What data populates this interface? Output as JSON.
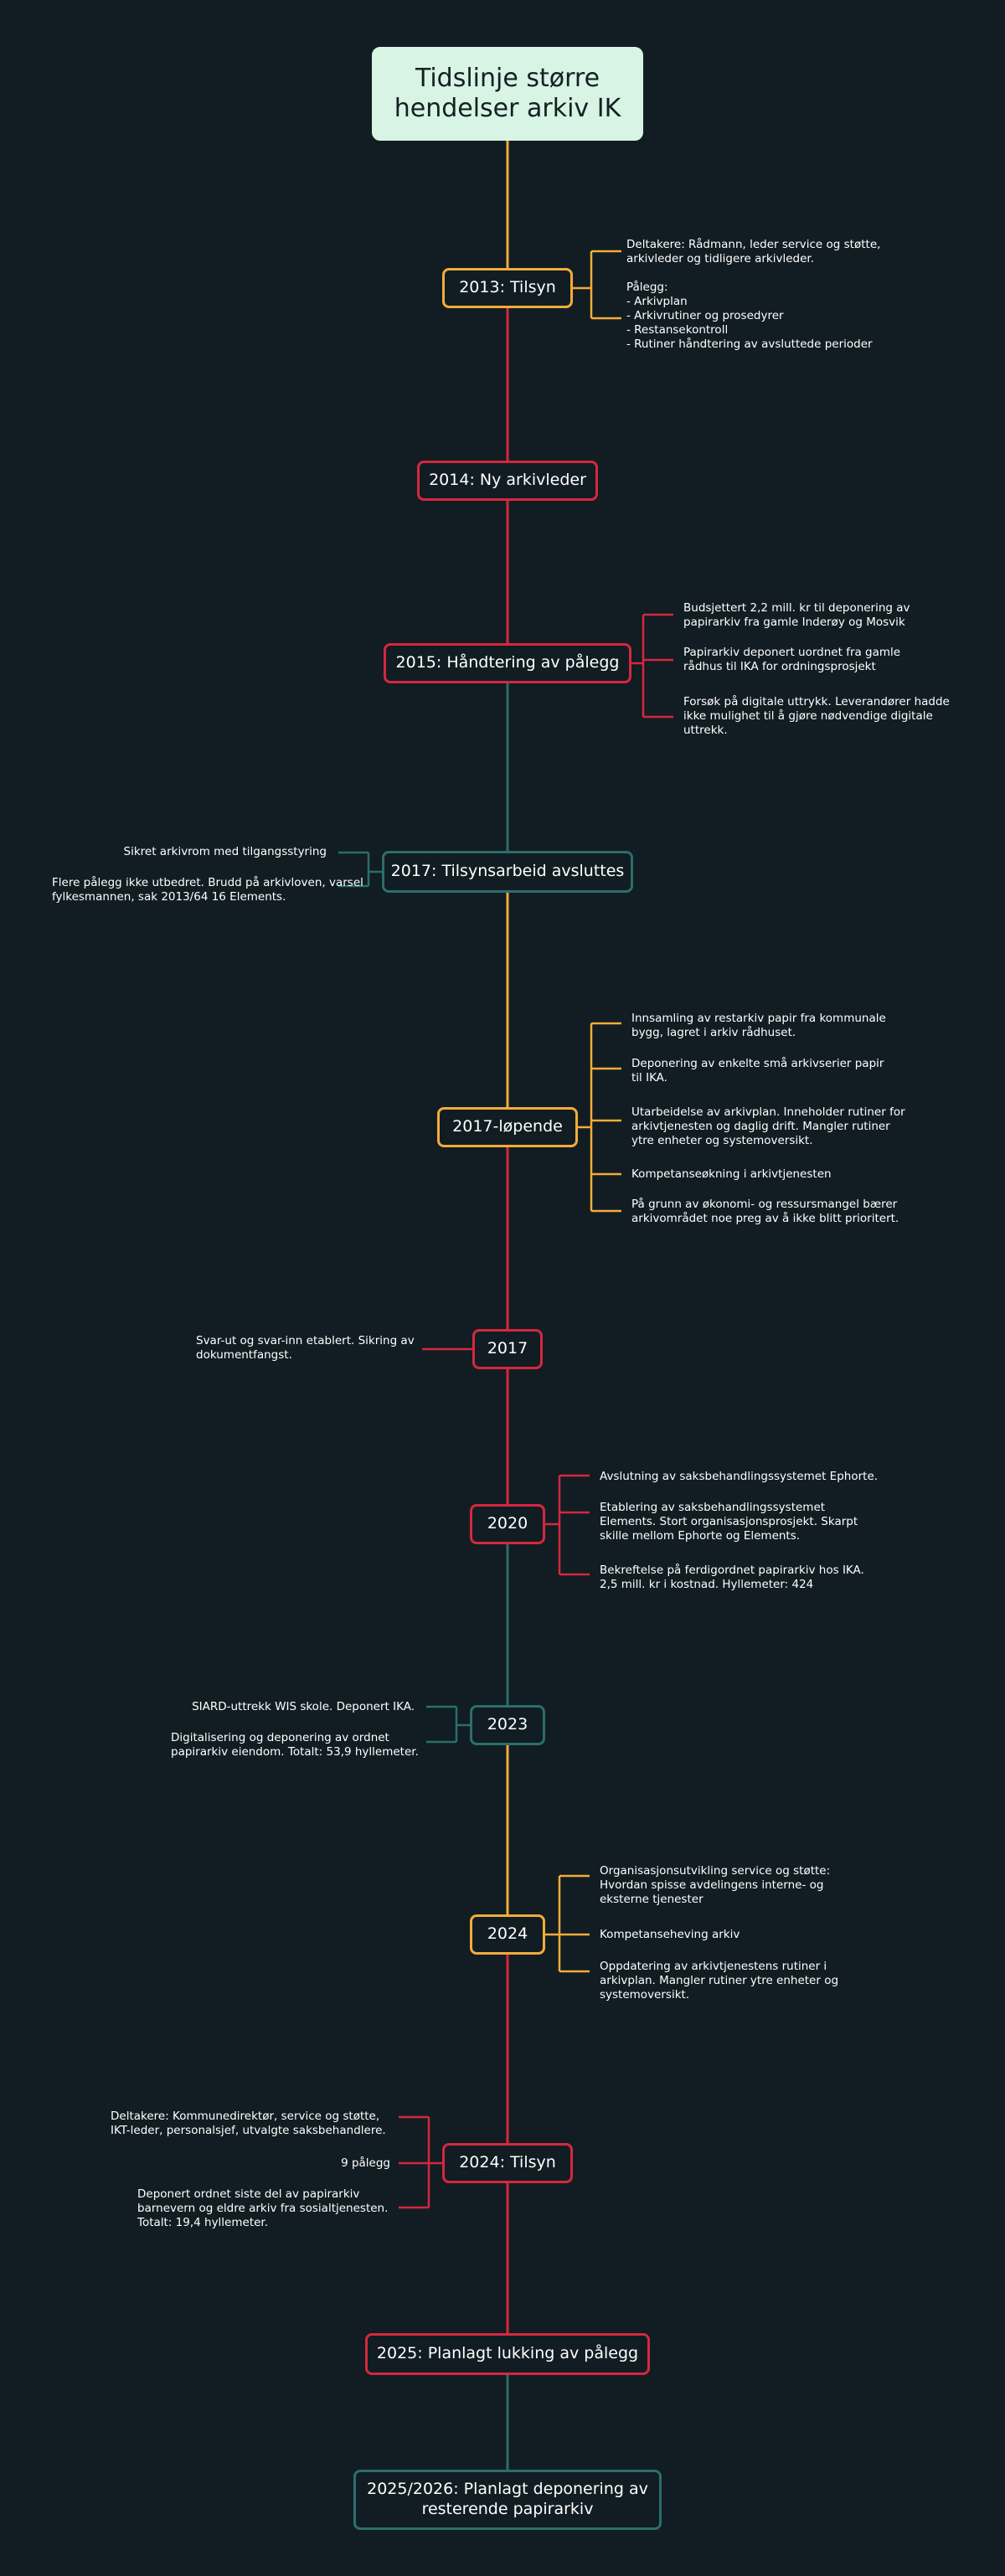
{
  "title": "Tidslinje større hendelser arkiv IK",
  "colors": {
    "background": "#111d22",
    "orange": "#f2ac3b",
    "red": "#d6273f",
    "teal": "#2b6e6b",
    "title_bg": "#d7f4e4"
  },
  "events": [
    {
      "label": "2013: Tilsyn",
      "notes": [
        "Deltakere: Rådmann, leder service og støtte, arkivleder og tidligere arkivleder.\n\nPålegg:\n- Arkivplan\n- Arkivrutiner og prosedyrer\n- Restansekontroll\n- Rutiner håndtering av avsluttede perioder"
      ]
    },
    {
      "label": "2014: Ny arkivleder",
      "notes": []
    },
    {
      "label": "2015: Håndtering av pålegg",
      "notes": [
        "Budsjettert 2,2 mill. kr til deponering av papirarkiv fra gamle Inderøy og Mosvik",
        "Papirarkiv deponert uordnet fra gamle rådhus til IKA for ordningsprosjekt",
        "Forsøk på digitale uttrykk. Leverandører hadde ikke mulighet til å gjøre nødvendige digitale uttrekk."
      ]
    },
    {
      "label": "2017: Tilsynsarbeid avsluttes",
      "notes": [
        "Sikret arkivrom med tilgangsstyring",
        "Flere pålegg ikke utbedret. Brudd på arkivloven, varsel fylkesmannen, sak 2013/64 16 Elements."
      ]
    },
    {
      "label": "2017-løpende",
      "notes": [
        "Innsamling av restarkiv papir fra kommunale bygg, lagret i arkiv rådhuset.",
        "Deponering av enkelte små arkivserier papir til IKA.",
        "Utarbeidelse av arkivplan. Inneholder rutiner for arkivtjenesten og daglig drift. Mangler rutiner ytre enheter og systemoversikt.",
        "Kompetanseøkning i arkivtjenesten",
        "På grunn av økonomi- og ressursmangel bærer arkivområdet noe preg av å ikke blitt prioritert."
      ]
    },
    {
      "label": "2017",
      "notes": [
        "Svar-ut og svar-inn etablert. Sikring av dokumentfangst."
      ]
    },
    {
      "label": "2020",
      "notes": [
        "Avslutning av saksbehandlingssystemet Ephorte.",
        "Etablering av saksbehandlingssystemet Elements. Stort organisasjonsprosjekt. Skarpt skille mellom Ephorte og Elements.",
        "Bekreftelse på ferdigordnet papirarkiv hos IKA. 2,5 mill. kr i kostnad. Hyllemeter: 424"
      ]
    },
    {
      "label": "2023",
      "notes": [
        "SIARD-uttrekk WIS skole. Deponert IKA.",
        "Digitalisering og deponering av ordnet papirarkiv eiendom. Totalt: 53,9 hyllemeter."
      ]
    },
    {
      "label": "2024",
      "notes": [
        "Organisasjonsutvikling service og støtte: Hvordan spisse avdelingens interne- og eksterne tjenester",
        "Kompetanseheving arkiv",
        "Oppdatering av arkivtjenestens rutiner i arkivplan. Mangler rutiner ytre enheter og systemoversikt."
      ]
    },
    {
      "label": "2024: Tilsyn",
      "notes": [
        "Deltakere: Kommunedirektør, service og støtte, IKT-leder, personalsjef, utvalgte saksbehandlere.",
        "9 pålegg",
        "Deponert ordnet siste del av papirarkiv barnevern og eldre arkiv fra sosialtjenesten. Totalt: 19,4 hyllemeter."
      ]
    },
    {
      "label": "2025: Planlagt lukking av pålegg",
      "notes": []
    },
    {
      "label": "2025/2026: Planlagt deponering av resterende papirarkiv",
      "notes": []
    }
  ]
}
